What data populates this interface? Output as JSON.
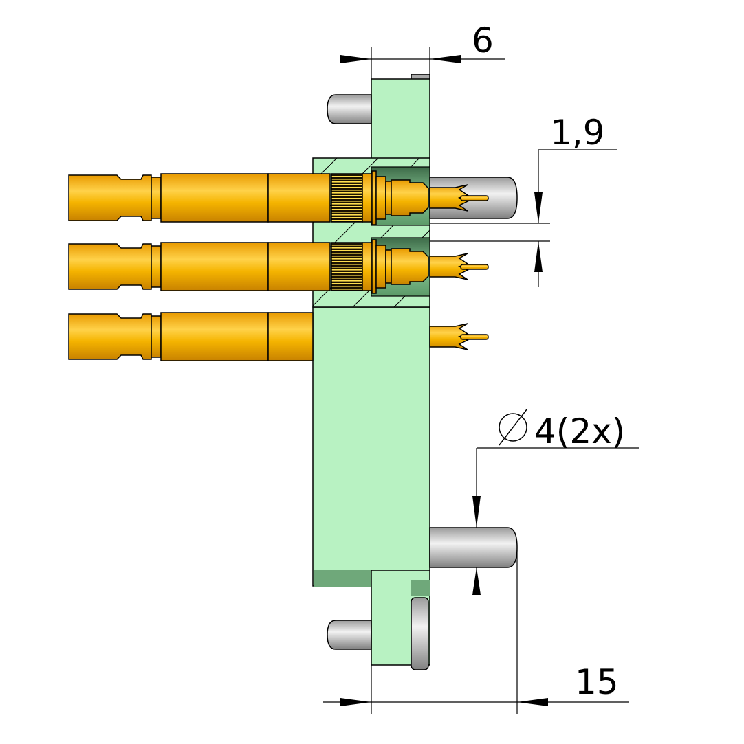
{
  "dimensions": {
    "plate_thickness": "6",
    "contact_offset": "1,9",
    "pin_diameter_symbol": "∅",
    "pin_diameter": "4(2x)",
    "pin_length": "15"
  },
  "colors": {
    "plate": "#b8f2c2",
    "contact_gold": "#f5b800",
    "pin_steel": "#d0d0d0"
  }
}
